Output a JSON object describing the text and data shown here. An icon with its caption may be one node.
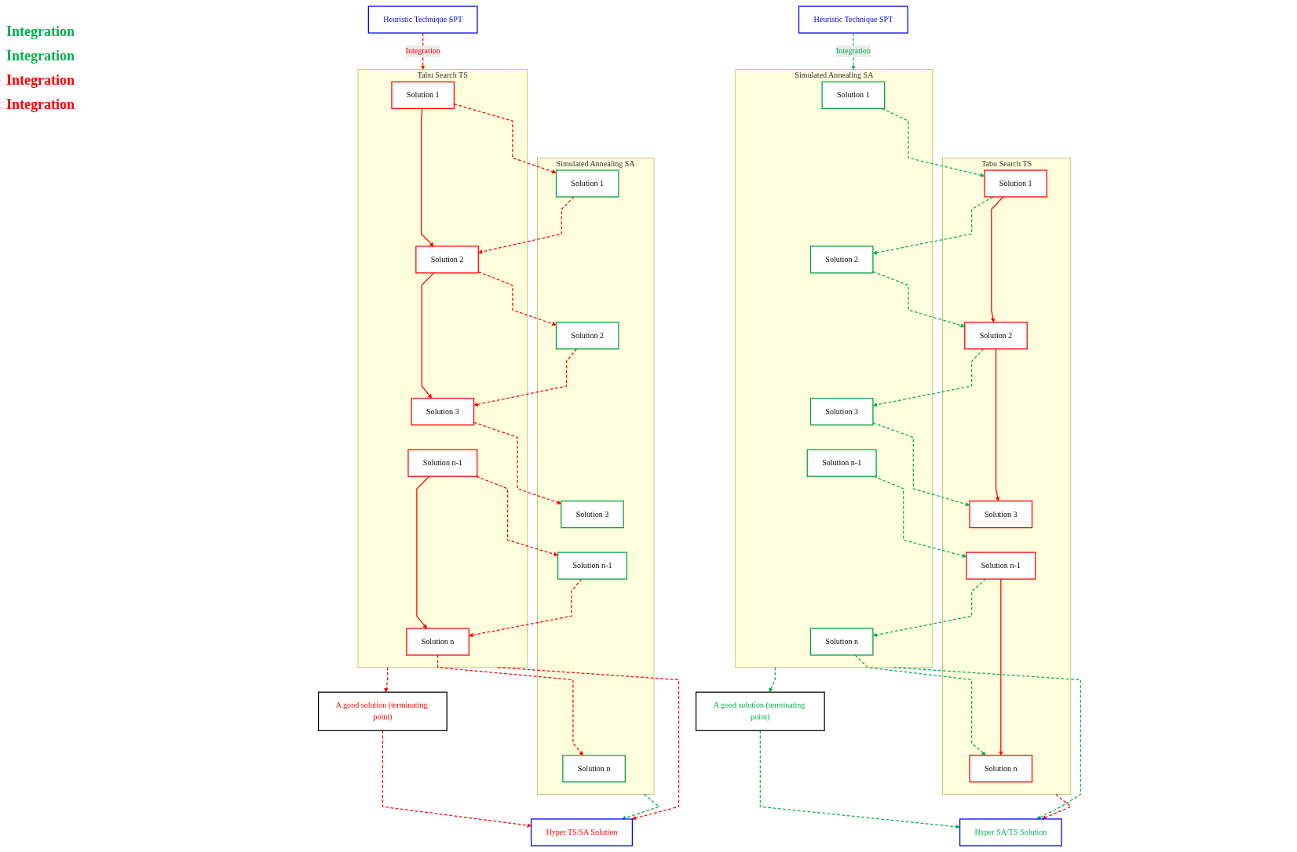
{
  "diagram": {
    "nodes": [
      {
        "text": [
          "Heuristic Technique SPT"
        ]
      },
      {
        "text": [
          "Simulated Annealing SA"
        ]
      },
      {
        "text": [
          "Solution 1"
        ],
        "in": 1
      },
      {
        "text": [
          "Solution 2"
        ],
        "in": 1
      },
      {
        "text": [
          "Solution 3"
        ],
        "in": 1
      },
      {
        "text": [
          "Solution n-1"
        ],
        "in": 1
      },
      {
        "text": [
          "Solution n"
        ],
        "in": 1
      },
      {
        "text": [
          "Tabu Search TS"
        ]
      },
      {
        "text": [
          "Solution 1"
        ],
        "in": 7
      },
      {
        "text": [
          "Solution 2"
        ],
        "in": 7
      },
      {
        "text": [
          "Solution 3"
        ],
        "in": 7
      },
      {
        "text": [
          "Solution n-1"
        ],
        "in": 7
      },
      {
        "text": [
          "Solution n"
        ],
        "in": 7
      },
      {
        "text": [
          "A good solution (terminating point)"
        ]
      },
      {
        "text": [
          "Hyper SA/TS Solution"
        ]
      },
      {
        "text": [
          "Heuristic Technique SPT"
        ]
      },
      {
        "text": [
          "Simulated Annealing SA"
        ]
      },
      {
        "text": [
          "Solution 1"
        ],
        "in": 16
      },
      {
        "text": [
          "Solution 2"
        ],
        "in": 16
      },
      {
        "text": [
          "Solution 3"
        ],
        "in": 16
      },
      {
        "text": [
          "Solution n-1"
        ],
        "in": 16
      },
      {
        "text": [
          "Solution n"
        ],
        "in": 16
      },
      {
        "text": [
          "Tabu Search TS"
        ]
      },
      {
        "text": [
          "Solution 1"
        ],
        "in": 22
      },
      {
        "text": [
          "Solution 2"
        ],
        "in": 22
      },
      {
        "text": [
          "Solution 3"
        ],
        "in": 22
      },
      {
        "text": [
          "Solution n-1"
        ],
        "in": 22
      },
      {
        "text": [
          "Solution n"
        ],
        "in": 22
      },
      {
        "text": [
          "A good solution (terminating point)"
        ]
      },
      {
        "text": [
          "Hyper TS/SA Solution"
        ]
      }
    ],
    "edges": [
      {
        "from": 0,
        "to": 1,
        "arrow": "to",
        "label": "Integration",
        "style": "dashed",
        "color": "#00b050"
      },
      {
        "from": 2,
        "to": 8,
        "arrow": "to",
        "style": "dashed",
        "color": "#00b050"
      },
      {
        "from": 8,
        "to": 3,
        "arrow": "to",
        "style": "dashed",
        "color": "#00b050"
      },
      {
        "from": 3,
        "to": 9,
        "arrow": "to",
        "style": "dashed",
        "color": "#00b050"
      },
      {
        "from": 9,
        "to": 4,
        "arrow": "to",
        "style": "dashed",
        "color": "#00b050"
      },
      {
        "from": 4,
        "to": 10,
        "arrow": "to",
        "style": "dashed",
        "color": "#00b050"
      },
      {
        "from": 5,
        "to": 11,
        "arrow": "to",
        "style": "dashed",
        "color": "#00b050"
      },
      {
        "from": 11,
        "to": 6,
        "arrow": "to",
        "style": "dashed",
        "color": "#00b050"
      },
      {
        "from": 6,
        "to": 12,
        "arrow": "to",
        "style": "dashed",
        "color": "#00b050"
      },
      {
        "from": 8,
        "to": 9,
        "arrow": "to",
        "color": "#ff0000"
      },
      {
        "from": 9,
        "to": 10,
        "arrow": "to",
        "color": "#ff0000"
      },
      {
        "from": 11,
        "to": 12,
        "arrow": "to",
        "color": "#ff0000"
      },
      {
        "from": 1,
        "to": 13,
        "arrow": "to",
        "style": "dashed",
        "color": "#00b050"
      },
      {
        "from": 13,
        "to": 14,
        "arrow": "to",
        "style": "dashed",
        "color": "#00b050"
      },
      {
        "from": 1,
        "to": 14,
        "arrow": "to",
        "style": "dashed",
        "color": "#00b050"
      },
      {
        "from": 7,
        "to": 14,
        "arrow": "to",
        "style": "dashed",
        "color": "#ff0000"
      },
      {
        "from": 15,
        "to": 22,
        "arrow": "to",
        "label": "Integration",
        "style": "dashed",
        "color": "#ff0000"
      },
      {
        "from": 23,
        "to": 17,
        "arrow": "to",
        "style": "dashed",
        "color": "#ff0000"
      },
      {
        "from": 17,
        "to": 24,
        "arrow": "to",
        "style": "dashed",
        "color": "#ff0000"
      },
      {
        "from": 24,
        "to": 18,
        "arrow": "to",
        "style": "dashed",
        "color": "#ff0000"
      },
      {
        "from": 18,
        "to": 25,
        "arrow": "to",
        "style": "dashed",
        "color": "#ff0000"
      },
      {
        "from": 25,
        "to": 19,
        "arrow": "to",
        "style": "dashed",
        "color": "#ff0000"
      },
      {
        "from": 26,
        "to": 20,
        "arrow": "to",
        "style": "dashed",
        "color": "#ff0000"
      },
      {
        "from": 20,
        "to": 27,
        "arrow": "to",
        "style": "dashed",
        "color": "#ff0000"
      },
      {
        "from": 27,
        "to": 21,
        "arrow": "to",
        "style": "dashed",
        "color": "#ff0000"
      },
      {
        "from": 23,
        "to": 24,
        "arrow": "to",
        "color": "#ff0000"
      },
      {
        "from": 24,
        "to": 25,
        "arrow": "to",
        "color": "#ff0000"
      },
      {
        "from": 26,
        "to": 27,
        "arrow": "to",
        "color": "#ff0000"
      },
      {
        "from": 22,
        "to": 28,
        "arrow": "to",
        "style": "dashed",
        "color": "#ff0000"
      },
      {
        "from": 28,
        "to": 29,
        "arrow": "to",
        "style": "dashed",
        "color": "#ff0000"
      },
      {
        "from": 16,
        "to": 29,
        "arrow": "to",
        "style": "dashed",
        "color": "#00b050"
      },
      {
        "from": 22,
        "to": 29,
        "arrow": "to",
        "style": "dashed",
        "color": "#ff0000"
      }
    ],
    "labels": [
      "Integration",
      "Integration",
      "Integration",
      "Integration"
    ]
  }
}
